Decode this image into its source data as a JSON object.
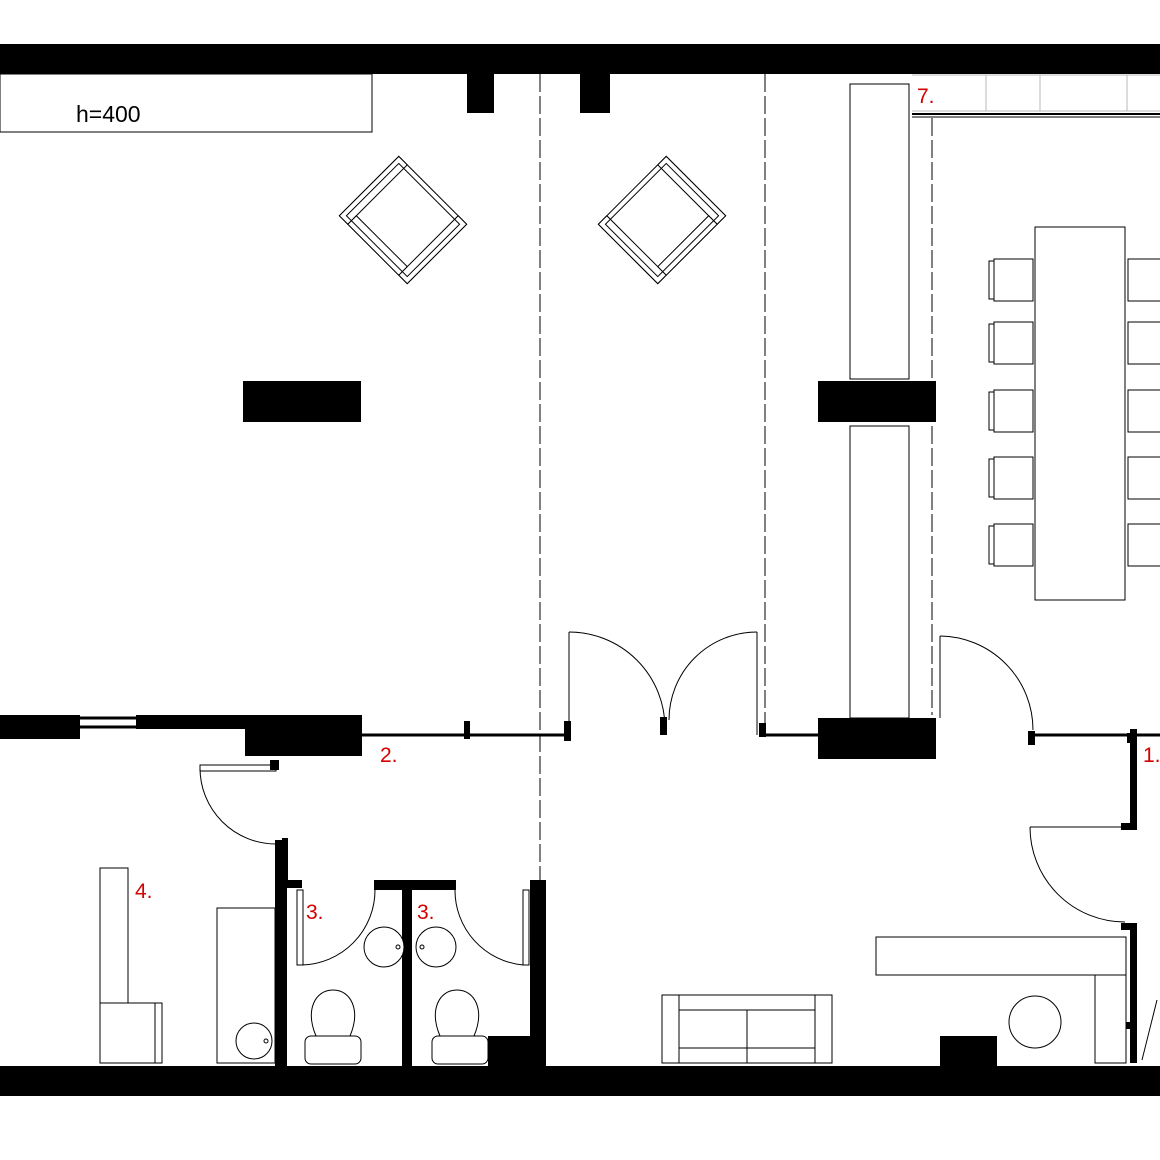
{
  "labels": {
    "height_note": "h=400",
    "l1": "1.",
    "l2": "2.",
    "l3a": "3.",
    "l3b": "3.",
    "l4": "4.",
    "l7": "7."
  },
  "colors": {
    "wall": "#000000",
    "line": "#000000",
    "label_red": "#d40000",
    "paper": "#ffffff",
    "faint": "#cfcfcf"
  }
}
